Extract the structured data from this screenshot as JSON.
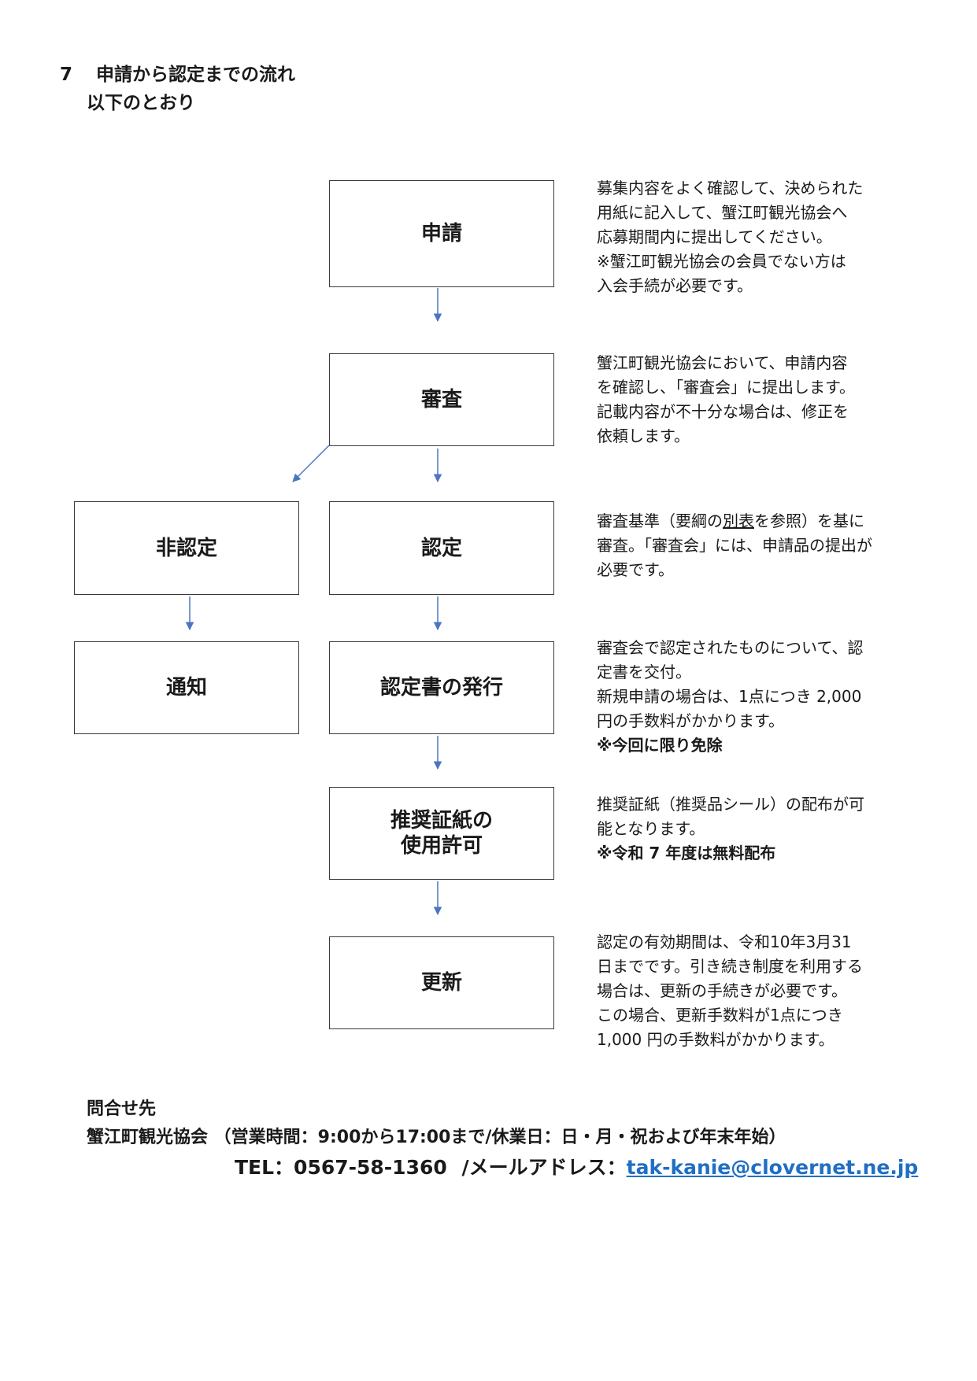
{
  "heading": {
    "number": "7",
    "title": "申請から認定までの流れ",
    "subtitle": "以下のとおり"
  },
  "flow": {
    "apply": "申請",
    "review": "審査",
    "not_certified": "非認定",
    "certified": "認定",
    "notify": "通知",
    "issue": "認定書の発行",
    "permit_line1": "推奨証紙の",
    "permit_line2": "使用許可",
    "renew": "更新"
  },
  "notes": {
    "apply": [
      "募集内容をよく確認して、決められた",
      "用紙に記入して、蟹江町観光協会へ",
      "応募期間内に提出してください。",
      "※蟹江町観光協会の会員でない方は",
      "入会手続が必要です。"
    ],
    "review": [
      "蟹江町観光協会において、申請内容",
      "を確認し、「審査会」に提出します。",
      "記載内容が不十分な場合は、修正を",
      "依頼します。"
    ],
    "certify": {
      "l1_pre": "審査基準（要綱の",
      "l1_underlined": "別表",
      "l1_post": "を参照）を基に",
      "l2": "審査。「審査会」には、申請品の提出が",
      "l3": "必要です。"
    },
    "issue": [
      "審査会で認定されたものについて、認",
      "定書を交付。",
      "新規申請の場合は、1点につき 2,000",
      "円の手数料がかかります。"
    ],
    "issue_bold": "※今回に限り免除",
    "permit": [
      "推奨証紙（推奨品シール）の配布が可",
      "能となります。"
    ],
    "permit_bold": "※令和 7 年度は無料配布",
    "renew": [
      "認定の有効期間は、令和10年3月31",
      "日までです。引き続き制度を利用する",
      "場合は、更新の手続きが必要です。",
      "この場合、更新手数料が1点につき",
      "1,000 円の手数料がかかります。"
    ]
  },
  "contact": {
    "label": "問合せ先",
    "org_line": "蟹江町観光協会 （営業時間：9:00から17:00まで/休業日：日・月・祝および年末年始）",
    "tel": "TEL：0567-58-1360",
    "email_label": "/メールアドレス：",
    "email": "tak-kanie@clovernet.ne.jp"
  },
  "colors": {
    "arrow": "#4a76c0",
    "link": "#1f6fc4",
    "border": "#3a3a3a"
  }
}
